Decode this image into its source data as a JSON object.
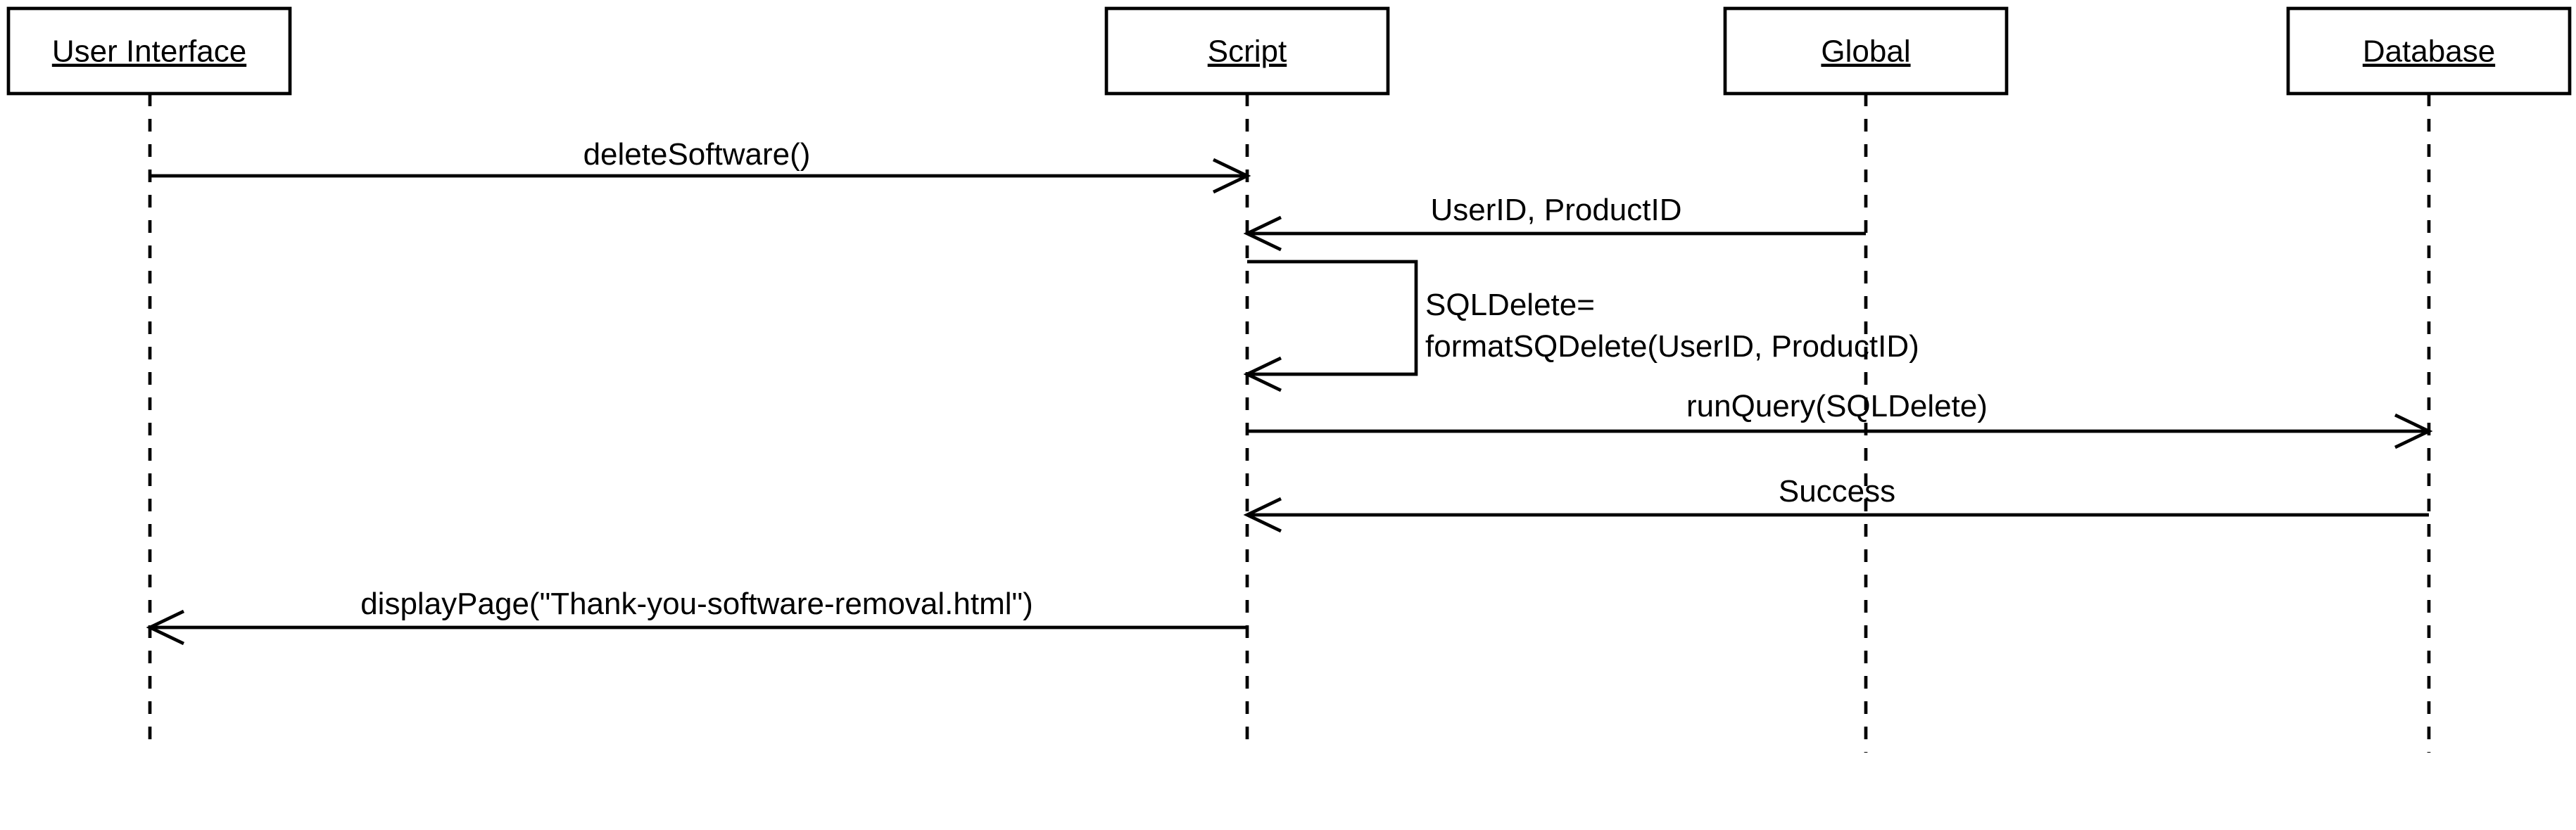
{
  "diagram": {
    "type": "sequence",
    "actors": [
      {
        "id": "ui",
        "name": "User Interface"
      },
      {
        "id": "script",
        "name": "Script"
      },
      {
        "id": "global",
        "name": "Global"
      },
      {
        "id": "db",
        "name": "Database"
      }
    ],
    "messages": [
      {
        "from": "ui",
        "to": "script",
        "label": "deleteSoftware()"
      },
      {
        "from": "global",
        "to": "script",
        "label": "UserID, ProductID"
      },
      {
        "from": "script",
        "to": "script",
        "label_lines": [
          "SQLDelete=",
          "formatSQDelete(UserID, ProductID)"
        ]
      },
      {
        "from": "script",
        "to": "db",
        "label": "runQuery(SQLDelete)"
      },
      {
        "from": "db",
        "to": "script",
        "label": "Success"
      },
      {
        "from": "script",
        "to": "ui",
        "label": "displayPage(\"Thank-you-software-removal.html\")"
      }
    ]
  }
}
